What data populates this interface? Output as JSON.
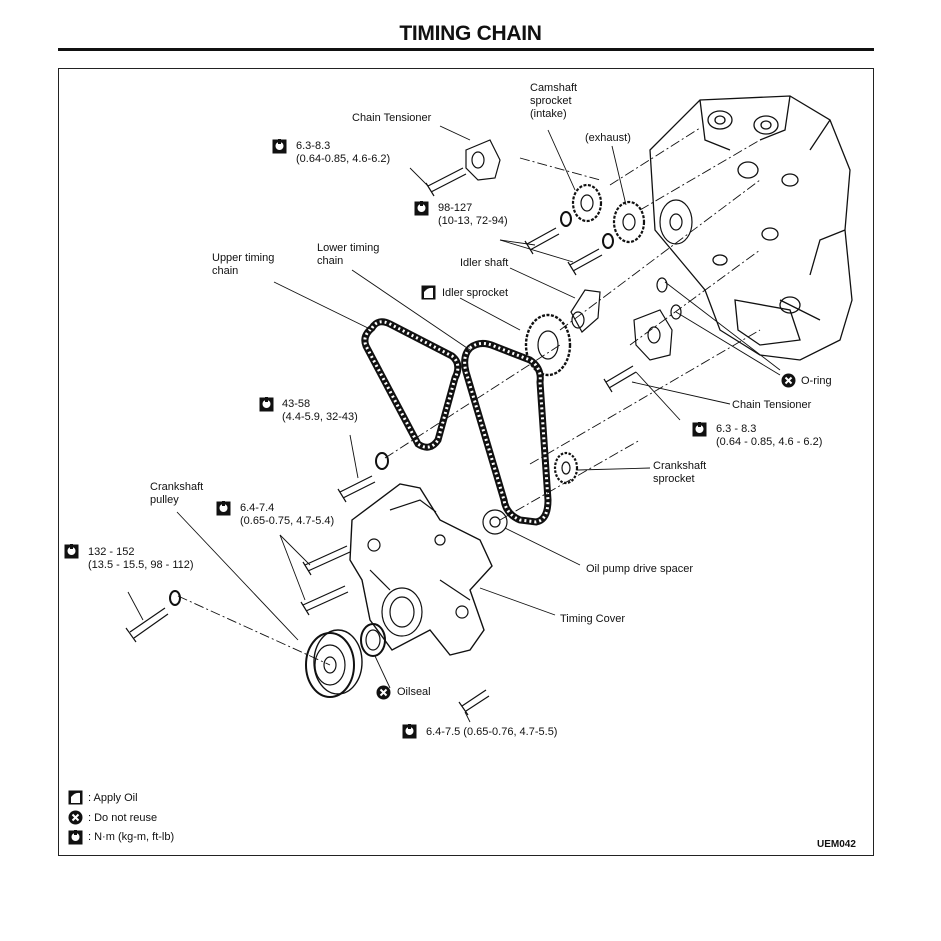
{
  "page": {
    "title": "TIMING CHAIN",
    "figure_code": "UEM042"
  },
  "labels": {
    "camshaft_sprocket": [
      "Camshaft",
      "sprocket",
      "(intake)"
    ],
    "exhaust": "(exhaust)",
    "chain_tensioner_top": "Chain Tensioner",
    "torque_tensioner_top": [
      "6.3-8.3",
      "(0.64-0.85, 4.6-6.2)"
    ],
    "torque_cam_bolts": [
      "98-127",
      "(10-13, 72-94)"
    ],
    "upper_timing_chain": [
      "Upper timing",
      "chain"
    ],
    "lower_timing_chain": [
      "Lower timing",
      "chain"
    ],
    "idler_shaft": "Idler shaft",
    "idler_sprocket": "Idler sprocket",
    "o_ring": "O-ring",
    "chain_tensioner_lower": "Chain Tensioner",
    "torque_tensioner_lower": [
      "6.3 - 8.3",
      "(0.64 - 0.85, 4.6 - 6.2)"
    ],
    "torque_idler_bolt": [
      "43-58",
      "(4.4-5.9, 32-43)"
    ],
    "crankshaft_sprocket": [
      "Crankshaft",
      "sprocket"
    ],
    "crankshaft_pulley": [
      "Crankshaft",
      "pulley"
    ],
    "torque_cover_bolts": [
      "6.4-7.4",
      "(0.65-0.75, 4.7-5.4)"
    ],
    "torque_pulley_bolt": [
      "132 - 152",
      "(13.5 - 15.5, 98 - 112)"
    ],
    "oil_pump_drive_spacer": "Oil pump drive spacer",
    "timing_cover": "Timing Cover",
    "oilseal": "Oilseal",
    "torque_bottom_bolt": "6.4-7.5 (0.65-0.76, 4.7-5.5)"
  },
  "legend": {
    "apply_oil": ": Apply Oil",
    "do_not_reuse": ": Do not reuse",
    "torque_units": ": N·m (kg-m, ft-lb)"
  },
  "icons": {
    "torque": "torque-wrench-icon",
    "oil": "apply-oil-icon",
    "no_reuse": "do-not-reuse-icon"
  },
  "colors": {
    "ink": "#111111",
    "paper": "#ffffff"
  }
}
